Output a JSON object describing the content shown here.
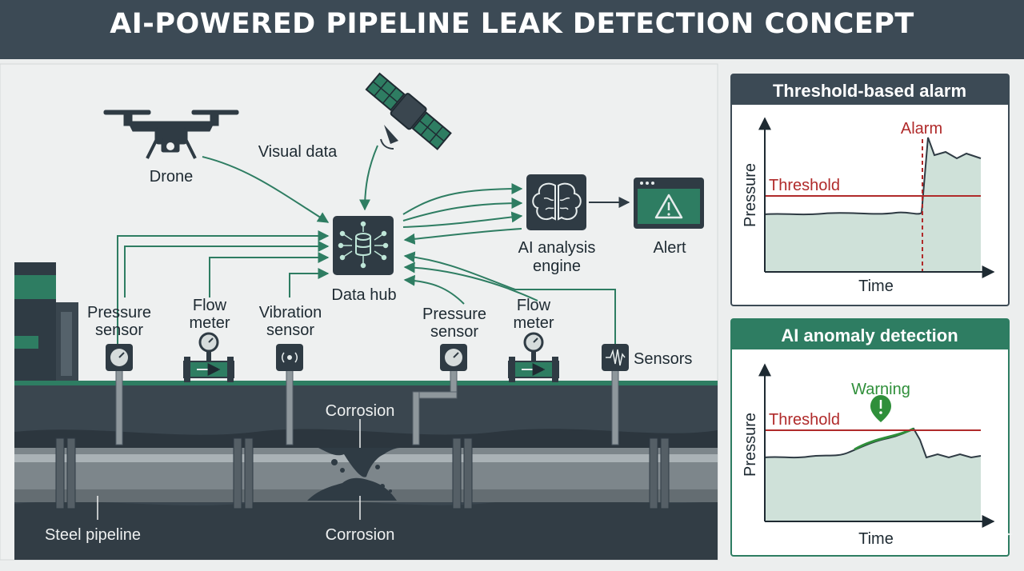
{
  "title": "AI-POWERED PIPELINE LEAK DETECTION CONCEPT",
  "colors": {
    "header": "#3c4a55",
    "accent_green": "#2e7d62",
    "alarm_red": "#b02a2a",
    "warning_green": "#2f8f3a",
    "ground_dark": "#3a464f",
    "pipe": "#7d868b"
  },
  "diagram": {
    "drone": "Drone",
    "visual_data": "Visual data",
    "data_hub": "Data hub",
    "ai_engine": [
      "AI analysis",
      "engine"
    ],
    "alert": "Alert",
    "pressure_sensor_left": [
      "Pressure",
      "sensor"
    ],
    "flow_meter_left": [
      "Flow",
      "meter"
    ],
    "vibration_sensor": [
      "Vibration",
      "sensor"
    ],
    "pressure_sensor_right": [
      "Pressure",
      "sensor"
    ],
    "flow_meter_right": [
      "Flow",
      "meter"
    ],
    "sensors": "Sensors",
    "corrosion_top": "Corrosion",
    "corrosion_bottom": "Corrosion",
    "steel_pipeline": "Steel pipeline"
  },
  "panels": {
    "threshold": {
      "title": "Threshold-based alarm",
      "threshold_label": "Threshold",
      "event_label": "Alarm",
      "ylabel": "Pressure",
      "xlabel": "Time"
    },
    "anomaly": {
      "title": "AI anomaly detection",
      "threshold_label": "Threshold",
      "event_label": "Warning",
      "ylabel": "Pressure",
      "xlabel": "Time"
    }
  }
}
